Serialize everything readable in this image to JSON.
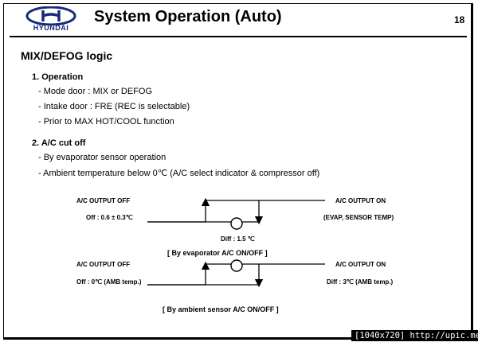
{
  "header": {
    "logo_text": "HYUNDAI",
    "title": "System Operation  (Auto)",
    "page_number": "18"
  },
  "section": {
    "title": "MIX/DEFOG logic"
  },
  "operation": {
    "heading": "1. Operation",
    "items": [
      "- Mode door : MIX or DEFOG",
      "- Intake door : FRE (REC is selectable)",
      "- Prior to MAX HOT/COOL function"
    ]
  },
  "ac_cut_off": {
    "heading": "2. A/C cut off",
    "items": [
      "- By evaporator sensor operation",
      "- Ambient temperature below 0℃ (A/C select indicator & compressor off)"
    ]
  },
  "diagram1": {
    "left_label": "A/C OUTPUT OFF",
    "left_value": "Off : 0.6 ± 0.3℃",
    "right_label": "A/C OUTPUT ON",
    "right_value": "(EVAP,  SENSOR TEMP)",
    "diff": "Diff : 1.5 ℃",
    "caption": "[ By evaporator A/C ON/OFF ]"
  },
  "diagram2": {
    "left_label": "A/C OUTPUT OFF",
    "left_value": "Off : 0℃ (AMB temp.)",
    "right_label": "A/C OUTPUT ON",
    "right_value": "Diff : 3℃ (AMB temp.)",
    "caption": "[ By ambient sensor A/C ON/OFF ]"
  },
  "watermark": "[1040x720] http://upic.me/",
  "colors": {
    "logo_blue": "#1a2a7a"
  }
}
